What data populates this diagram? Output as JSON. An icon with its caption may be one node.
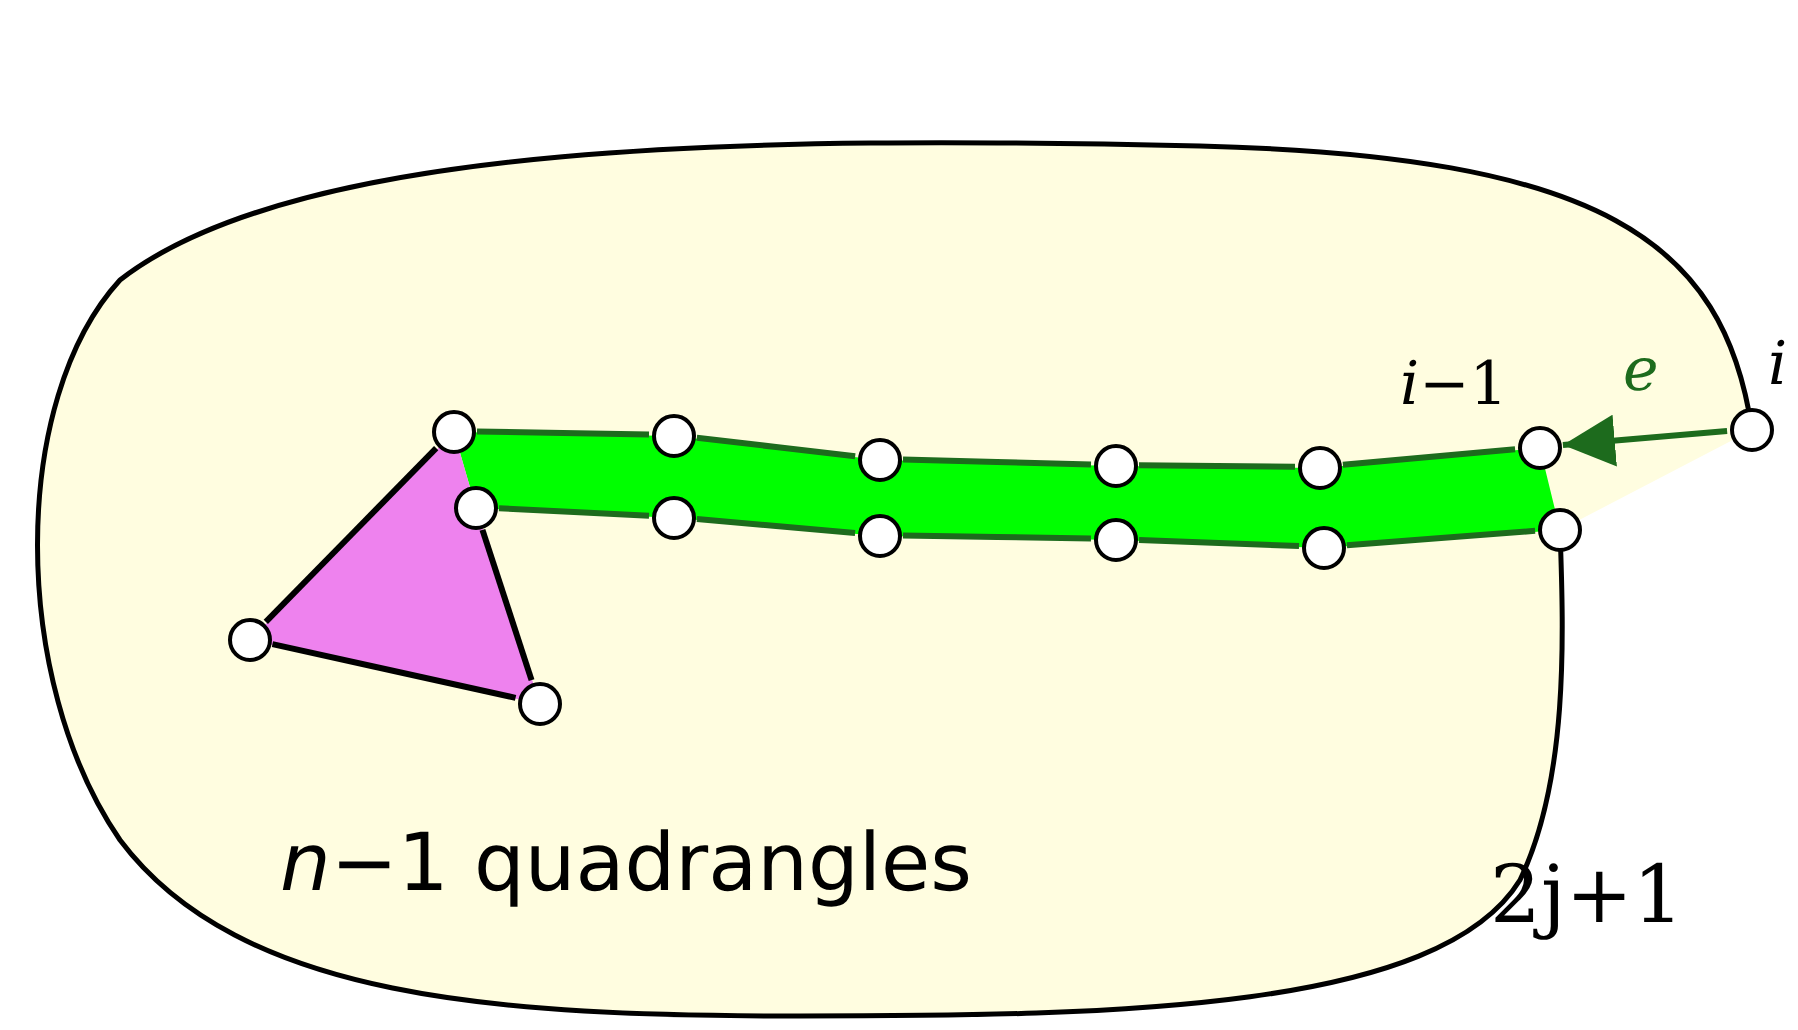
{
  "diagram": {
    "nodes": [
      {
        "text": [
          "*n*−1 quadrangles"
        ]
      },
      {
        "text": [],
        "shape": "circle",
        "in": 0
      },
      {
        "text": [],
        "shape": "circle",
        "in": 0
      },
      {
        "text": [],
        "shape": "circle",
        "in": 0
      },
      {
        "text": [],
        "shape": "circle",
        "in": 0
      },
      {
        "text": [],
        "shape": "circle",
        "in": 0
      },
      {
        "text": [],
        "shape": "circle",
        "in": 0,
        "beside": [
          "*i*−1"
        ]
      },
      {
        "text": [],
        "shape": "circle",
        "beside": [
          "i"
        ]
      },
      {
        "text": [],
        "shape": "circle",
        "in": 0
      },
      {
        "text": [],
        "shape": "circle",
        "in": 0
      },
      {
        "text": [],
        "shape": "circle",
        "in": 0
      },
      {
        "text": [],
        "shape": "circle",
        "in": 0
      },
      {
        "text": [],
        "shape": "circle",
        "in": 0
      },
      {
        "text": [],
        "shape": "circle",
        "in": 0
      },
      {
        "text": [],
        "shape": "circle",
        "in": 0
      },
      {
        "text": [],
        "shape": "circle",
        "in": 0
      }
    ],
    "edges": [
      {
        "from": 1,
        "to": 2,
        "arrow": "none"
      },
      {
        "from": 2,
        "to": 3,
        "arrow": "none"
      },
      {
        "from": 3,
        "to": 4,
        "arrow": "none"
      },
      {
        "from": 4,
        "to": 5,
        "arrow": "none"
      },
      {
        "from": 5,
        "to": 6,
        "arrow": "none"
      },
      {
        "from": 8,
        "to": 9,
        "arrow": "none"
      },
      {
        "from": 9,
        "to": 10,
        "arrow": "none"
      },
      {
        "from": 10,
        "to": 11,
        "arrow": "none"
      },
      {
        "from": 11,
        "to": 12,
        "arrow": "none"
      },
      {
        "from": 12,
        "to": 13,
        "arrow": "none"
      },
      {
        "from": 1,
        "to": 14,
        "arrow": "none",
        "color": "#000000"
      },
      {
        "from": 14,
        "to": 15,
        "arrow": "none",
        "color": "#000000"
      },
      {
        "from": 15,
        "to": 8,
        "arrow": "none",
        "color": "#000000"
      },
      {
        "from": 7,
        "to": 6,
        "arrow": "to",
        "label": "e"
      }
    ],
    "labels": [
      "2j+1"
    ]
  }
}
